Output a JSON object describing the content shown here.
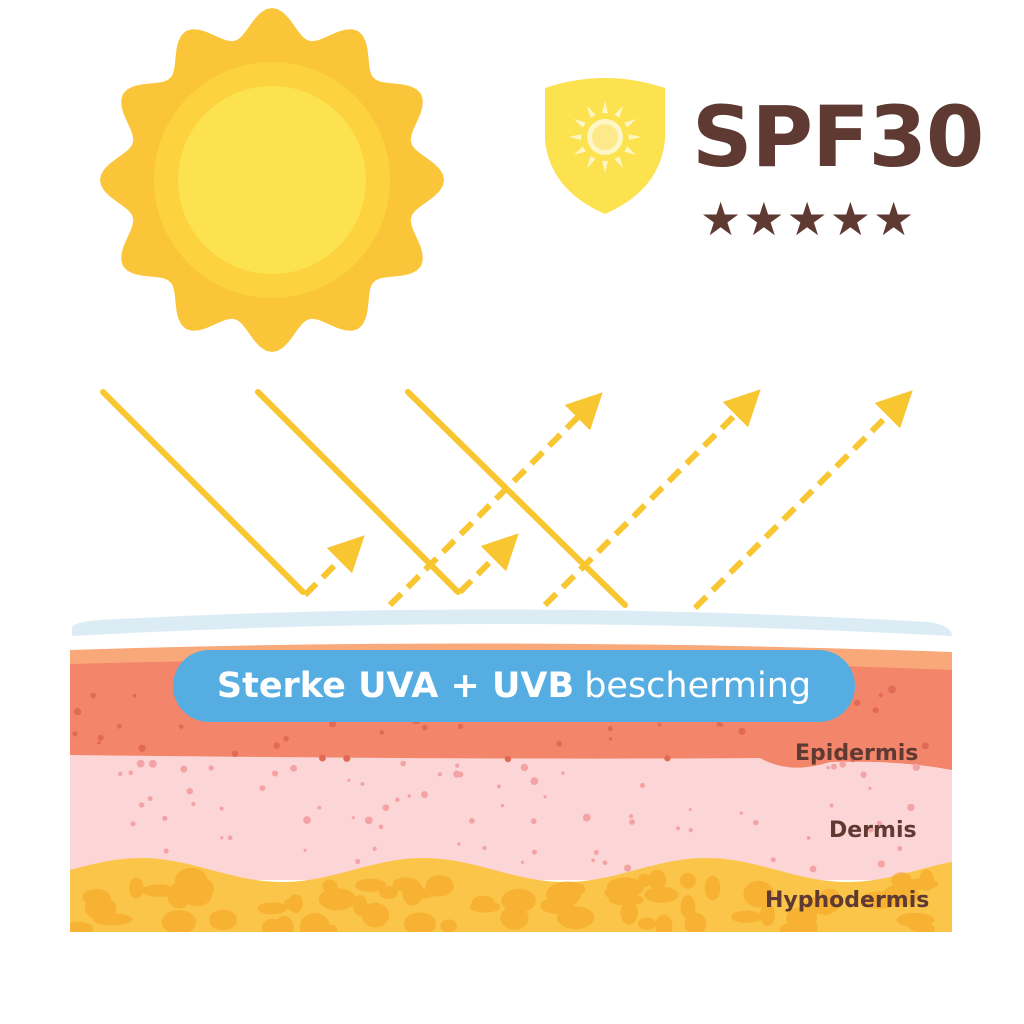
{
  "product": {
    "spf_label": "SPF30",
    "rating_stars": 5,
    "stars_text": "★★★★★"
  },
  "banner": {
    "bold_text": "Sterke UVA + UVB",
    "regular_text": "bescherming"
  },
  "layers": {
    "epidermis": "Epidermis",
    "dermis": "Dermis",
    "hypodermis": "Hyphodermis"
  },
  "colors": {
    "sun": "#fbc53a",
    "sun_core": "#fde24f",
    "brand_text": "#5e3a32",
    "banner": "#56ade1",
    "epidermis": "#f2856a",
    "dermis": "#fcd5d6",
    "hypodermis": "#fbc54a",
    "rays": "#f8c630"
  }
}
